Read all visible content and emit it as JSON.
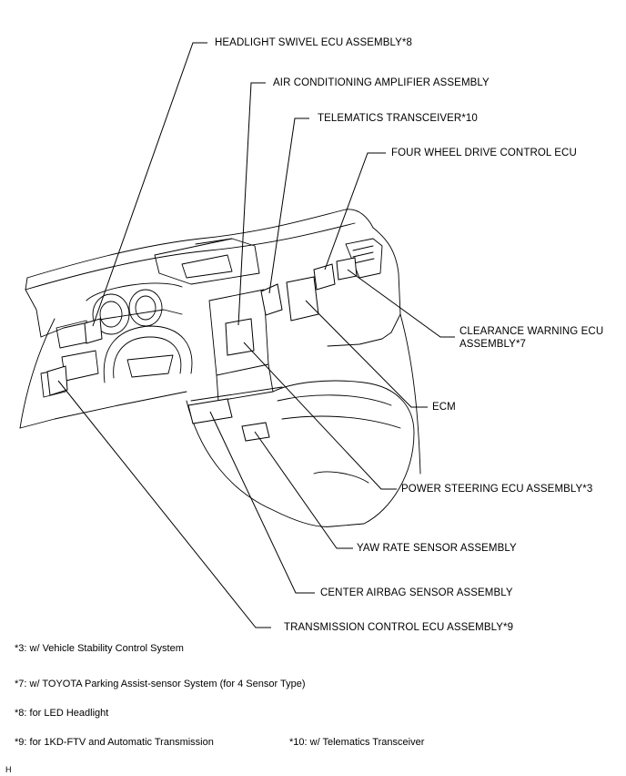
{
  "labels": {
    "headlight_swivel": "HEADLIGHT SWIVEL ECU ASSEMBLY*8",
    "air_conditioning": "AIR CONDITIONING AMPLIFIER ASSEMBLY",
    "telematics": "TELEMATICS TRANSCEIVER*10",
    "four_wheel_drive": "FOUR WHEEL DRIVE CONTROL ECU",
    "clearance_warning_1": "CLEARANCE WARNING ECU",
    "clearance_warning_2": "ASSEMBLY*7",
    "ecm": "ECM",
    "power_steering": "POWER STEERING ECU ASSEMBLY*3",
    "yaw_rate": "YAW RATE SENSOR ASSEMBLY",
    "center_airbag": "CENTER AIRBAG SENSOR ASSEMBLY",
    "transmission": "TRANSMISSION CONTROL ECU ASSEMBLY*9"
  },
  "notes": {
    "n3": "*3: w/ Vehicle Stability Control System",
    "n7": "*7: w/ TOYOTA Parking Assist-sensor System (for 4 Sensor Type)",
    "n8": "*8: for LED Headlight",
    "n9": "*9: for 1KD-FTV and Automatic Transmission",
    "n10": "*10: w/ Telematics Transceiver"
  },
  "corner_mark": "H"
}
